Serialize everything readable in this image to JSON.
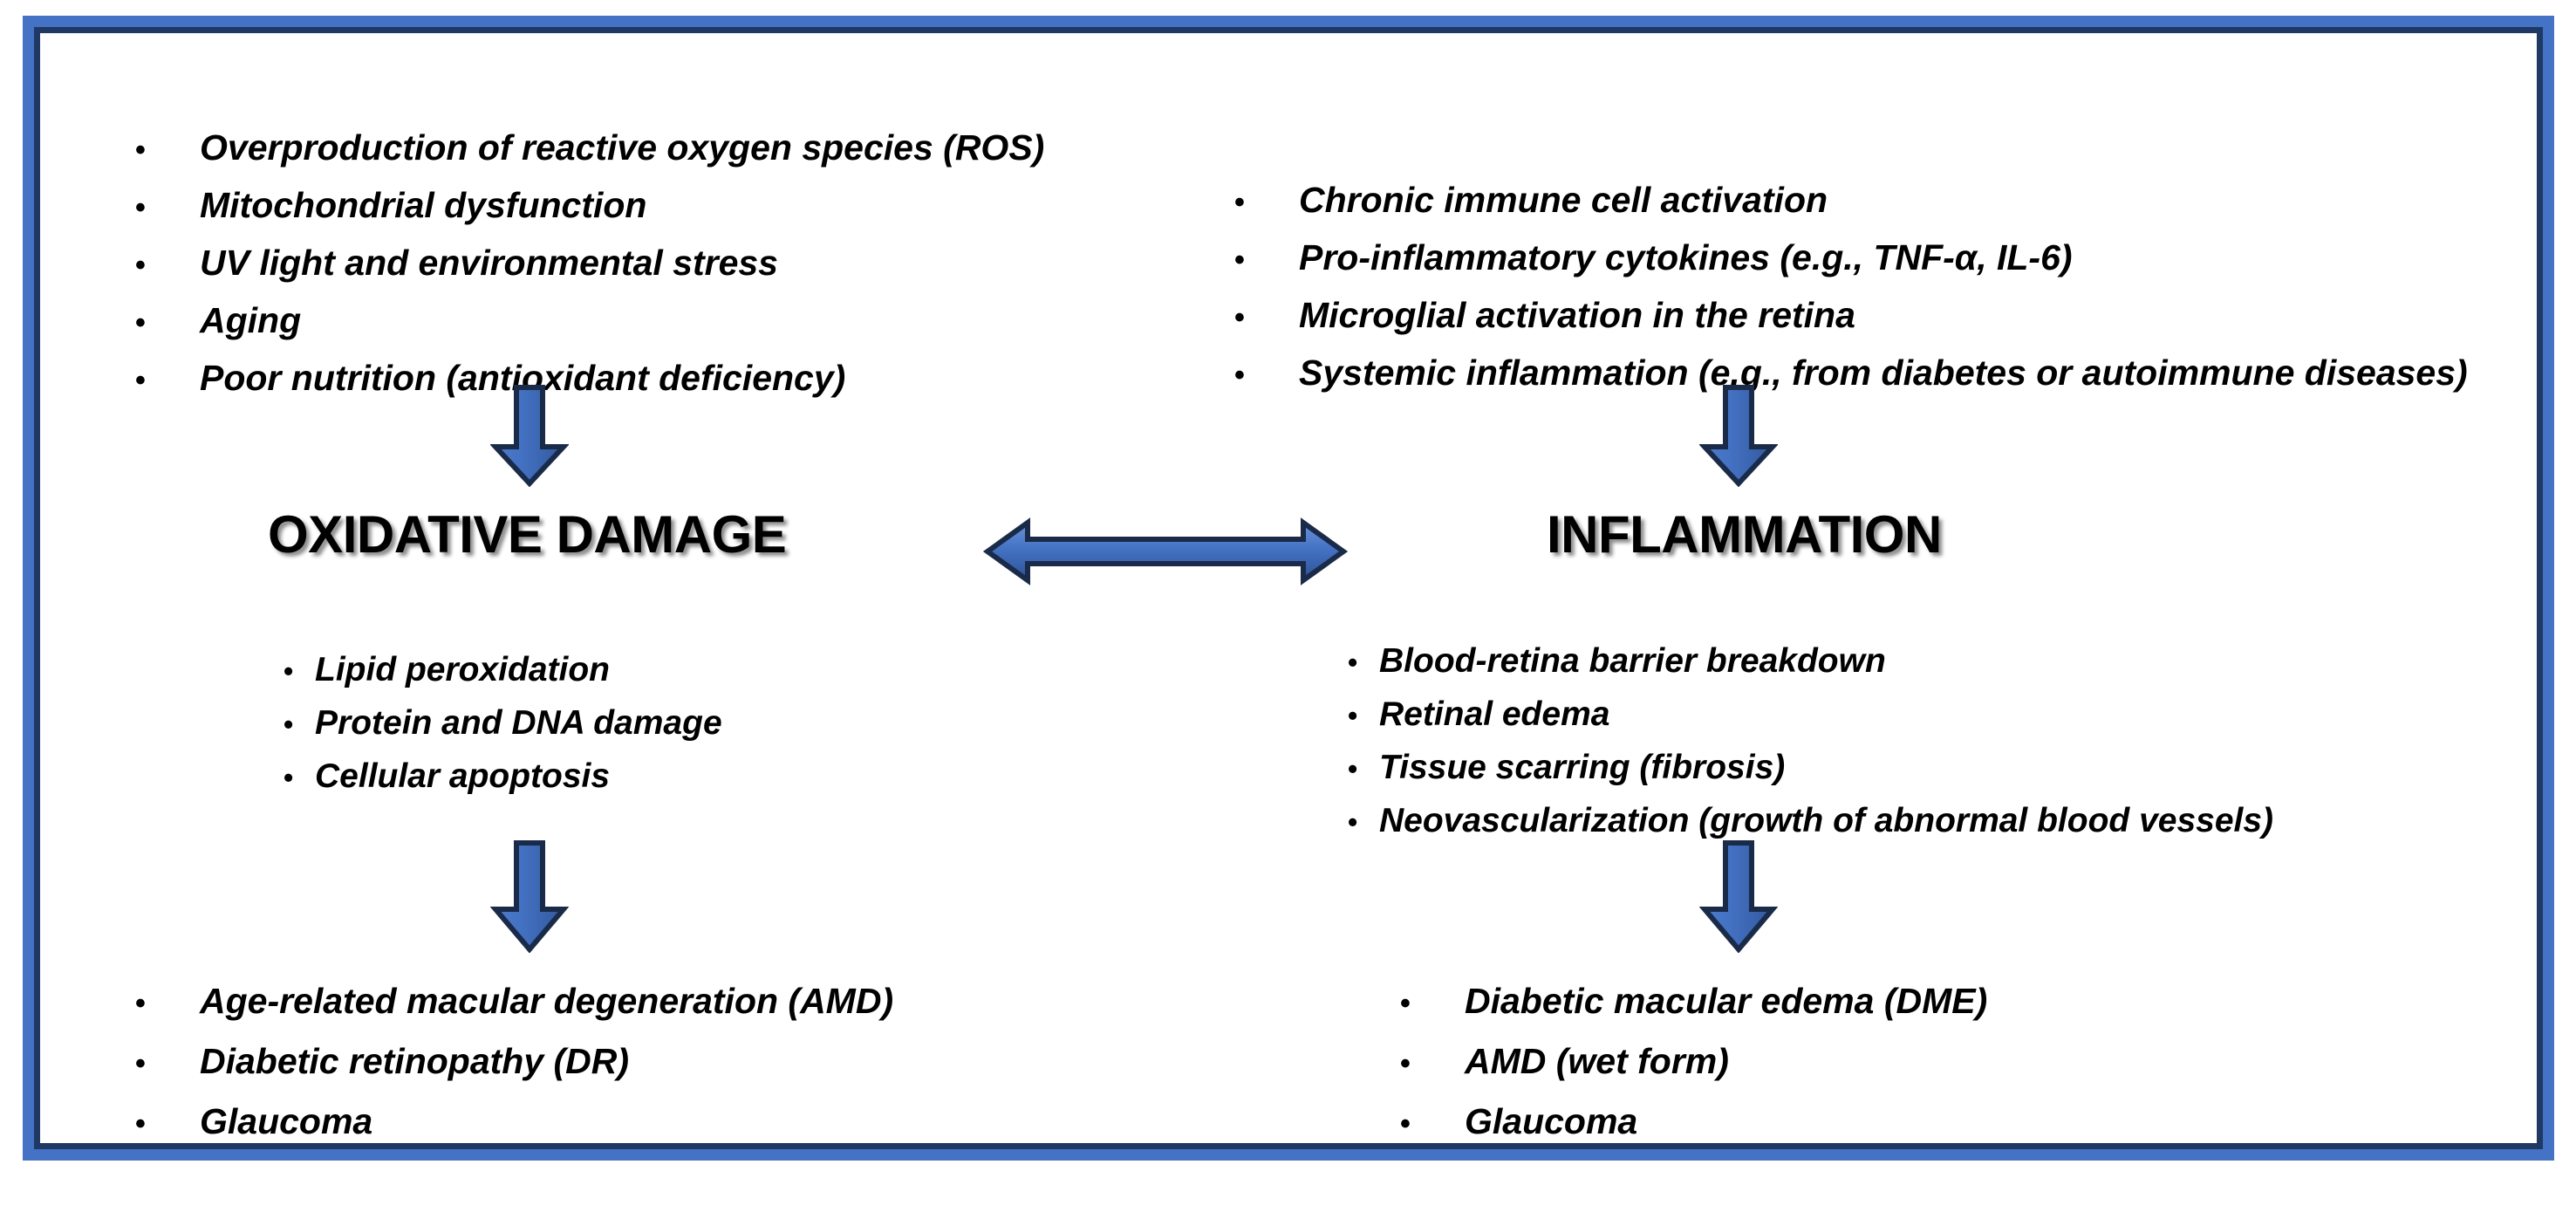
{
  "diagram": {
    "title": "Oxidative damage and inflammation pathways in retinal disease",
    "frame": {
      "outer_border_color": "#4472C4",
      "inner_border_color": "#1F3864",
      "background_color": "#FFFFFF"
    },
    "arrow_colors": {
      "fill_light": "#5B8AD4",
      "fill_mid": "#4472C4",
      "fill_dark": "#2E5395",
      "outline": "#1A2B4A"
    },
    "bullet_glyph": "•"
  },
  "columns": {
    "left": {
      "causes": {
        "items": [
          "Overproduction of reactive oxygen species (ROS)",
          "Mitochondrial dysfunction",
          "UV light and environmental stress",
          "Aging",
          "Poor nutrition (antioxidant deficiency)"
        ]
      },
      "heading": "OXIDATIVE DAMAGE",
      "effects": {
        "items": [
          "Lipid peroxidation",
          "Protein and DNA damage",
          "Cellular apoptosis"
        ]
      },
      "outcomes": {
        "items": [
          "Age-related macular degeneration (AMD)",
          "Diabetic retinopathy (DR)",
          "Glaucoma"
        ]
      }
    },
    "right": {
      "causes": {
        "items": [
          "Chronic immune cell activation",
          "Pro-inflammatory cytokines (e.g., TNF-α, IL-6)",
          "Microglial activation in the retina",
          "Systemic inflammation (e.g., from diabetes or autoimmune diseases)"
        ]
      },
      "heading": "INFLAMMATION",
      "effects": {
        "items": [
          "Blood-retina barrier breakdown",
          "Retinal edema",
          "Tissue scarring (fibrosis)",
          "Neovascularization (growth of abnormal blood vessels)"
        ]
      },
      "outcomes": {
        "items": [
          "Diabetic macular edema (DME)",
          "AMD (wet form)",
          "Glaucoma"
        ]
      }
    }
  },
  "connectors": [
    {
      "name": "arrow-down-oxidative-causes",
      "direction": "down"
    },
    {
      "name": "arrow-down-inflammation-causes",
      "direction": "down"
    },
    {
      "name": "arrow-down-oxidative-effects",
      "direction": "down"
    },
    {
      "name": "arrow-down-inflammation-effects",
      "direction": "down"
    },
    {
      "name": "arrow-bidirectional",
      "direction": "left-right"
    }
  ]
}
